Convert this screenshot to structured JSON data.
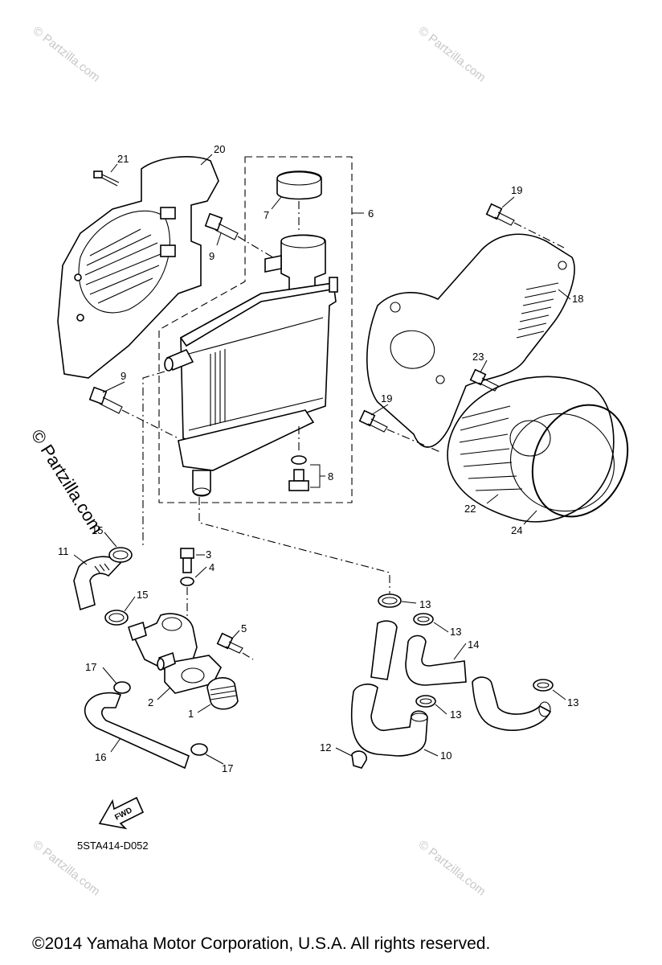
{
  "watermark": "© Partzilla.com",
  "diagram_code": "5STA414-D052",
  "fwd_label": "FWD",
  "copyright": "©2014  Yamaha Motor Corporation, U.S.A. All rights reserved.",
  "callouts": {
    "c1": "1",
    "c2": "2",
    "c3": "3",
    "c4": "4",
    "c5": "5",
    "c6": "6",
    "c7": "7",
    "c8": "8",
    "c9a": "9",
    "c9b": "9",
    "c10": "10",
    "c11": "11",
    "c12": "12",
    "c13a": "13",
    "c13b": "13",
    "c13c": "13",
    "c13d": "13",
    "c14": "14",
    "c15a": "15",
    "c15b": "15",
    "c16": "16",
    "c17a": "17",
    "c17b": "17",
    "c18": "18",
    "c19a": "19",
    "c19b": "19",
    "c20": "20",
    "c21": "21",
    "c22": "22",
    "c23": "23",
    "c24": "24"
  }
}
